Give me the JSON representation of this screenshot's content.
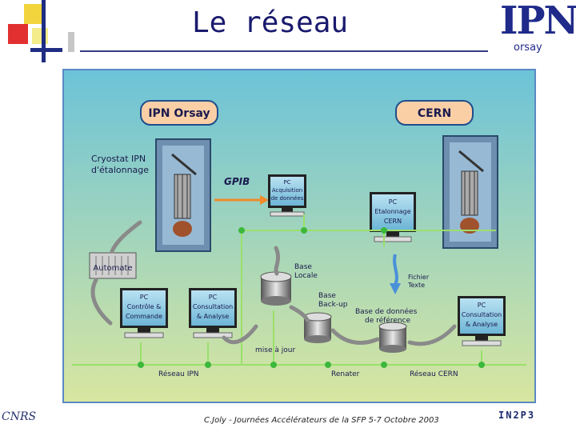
{
  "slide": {
    "title": "Le réseau",
    "footer": "C.Joly - Journées Accélérateurs de la SFP  5-7 Octobre 2003"
  },
  "logos": {
    "ipn": "IPN",
    "orsay": "orsay",
    "in2p3": "IN2P3",
    "cnrs": "CNRS"
  },
  "diagram": {
    "site_left": "IPN Orsay",
    "site_right": "CERN",
    "cryostat_label_1": "Cryostat IPN",
    "cryostat_label_2": "d'étalonnage",
    "gpib": "GPIB",
    "automate": "Automate",
    "pc_acq": [
      "PC",
      "Acquisition",
      "de données"
    ],
    "pc_etal": [
      "PC",
      "Etalonnage",
      "CERN"
    ],
    "pc_ctrl": [
      "PC",
      "Contrôle &",
      "Commande"
    ],
    "pc_cons_left": [
      "PC",
      "Consultation",
      "& Analyse"
    ],
    "pc_cons_right": [
      "PC",
      "Consultation",
      "& Analyse"
    ],
    "base_locale": [
      "Base",
      "Locale"
    ],
    "base_backup": [
      "Base",
      "Back-up"
    ],
    "base_ref": [
      "Base de données",
      "de référence"
    ],
    "fichier": [
      "Fichier",
      "Texte"
    ],
    "mise_a_jour": "mise à jour",
    "reseau_ipn": "Réseau IPN",
    "renater": "Renater",
    "reseau_cern": "Réseau CERN"
  },
  "colors": {
    "panel_bg": "#6fc4d8",
    "site_box": "#fbd0a8",
    "network_line": "#8ed85e",
    "node": "#3cb83c",
    "accent_orange": "#f08a2a"
  }
}
